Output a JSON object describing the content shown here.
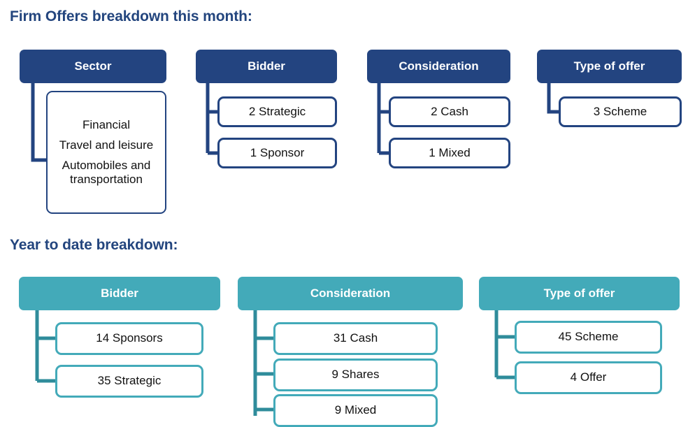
{
  "colors": {
    "navy": "#234480",
    "teal": "#43aab9",
    "title": "#23457e",
    "box_fill": "#ffffff",
    "header_text": "#ffffff",
    "body_text": "#111111"
  },
  "sections": [
    {
      "id": "firm-offers-this-month",
      "title": "Firm Offers breakdown this month:",
      "accent": "#234480",
      "columns": [
        {
          "header": "Sector",
          "children": [
            {
              "lines": [
                "Financial",
                "Travel and leisure",
                "Automobiles and transportation"
              ]
            }
          ]
        },
        {
          "header": "Bidder",
          "children": [
            {
              "lines": [
                "2 Strategic"
              ]
            },
            {
              "lines": [
                "1 Sponsor"
              ]
            }
          ]
        },
        {
          "header": "Consideration",
          "children": [
            {
              "lines": [
                "2 Cash"
              ]
            },
            {
              "lines": [
                "1 Mixed"
              ]
            }
          ]
        },
        {
          "header": "Type of offer",
          "children": [
            {
              "lines": [
                "3 Scheme"
              ]
            }
          ]
        }
      ]
    },
    {
      "id": "year-to-date",
      "title": "Year to date breakdown:",
      "accent": "#43aab9",
      "columns": [
        {
          "header": "Bidder",
          "children": [
            {
              "lines": [
                "14 Sponsors"
              ]
            },
            {
              "lines": [
                "35 Strategic"
              ]
            }
          ]
        },
        {
          "header": "Consideration",
          "children": [
            {
              "lines": [
                "31 Cash"
              ]
            },
            {
              "lines": [
                "9 Shares"
              ]
            },
            {
              "lines": [
                "9 Mixed"
              ]
            }
          ]
        },
        {
          "header": "Type of offer",
          "children": [
            {
              "lines": [
                "45 Scheme"
              ]
            },
            {
              "lines": [
                "4 Offer"
              ]
            }
          ]
        }
      ]
    }
  ]
}
